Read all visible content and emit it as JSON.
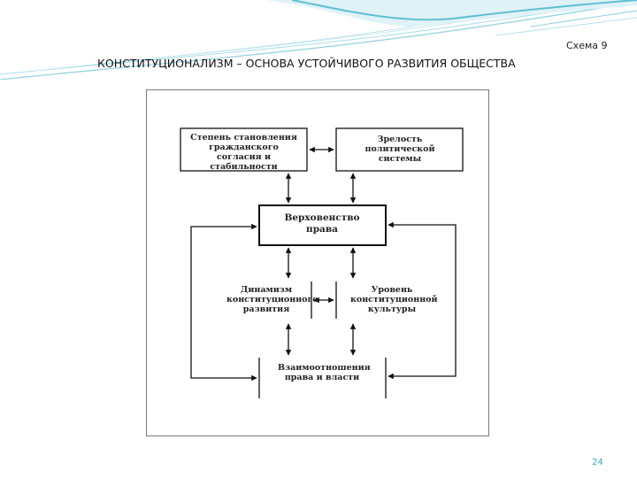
{
  "header": {
    "scheme_label": "Схема 9",
    "title": "КОНСТИТУЦИОНАЛИЗМ – ОСНОВА УСТОЙЧИВОГО РАЗВИТИЯ ОБЩЕСТВА"
  },
  "diagram": {
    "nodes": {
      "consent": "Степень становления гражданского согласия и стабильности",
      "political_maturity": "Зрелость политической системы",
      "rule_of_law": "Верховенство права",
      "dynamism": "Динамизм конституционного развития",
      "culture": "Уровень конституционной культуры",
      "law_power": "Взаимоотношения права и власти"
    }
  },
  "footer": {
    "page_number": "24"
  },
  "colors": {
    "accent": "#3fa0b8",
    "wave": "#8fd0e0",
    "line": "#111111"
  }
}
